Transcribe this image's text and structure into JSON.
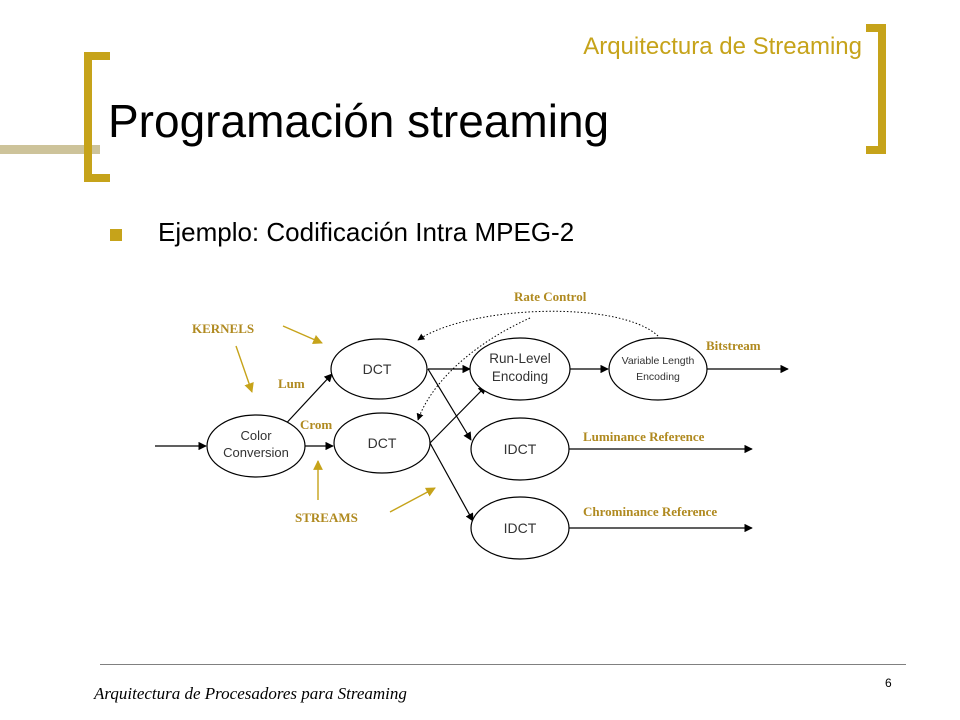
{
  "header": {
    "section": "Arquitectura de Streaming",
    "title": "Programación streaming"
  },
  "bullet": {
    "text": "Ejemplo: Codificación Intra MPEG-2"
  },
  "diagram": {
    "nodes": {
      "color_conversion": [
        "Color",
        "Conversion"
      ],
      "dct_lum": "DCT",
      "dct_crom": "DCT",
      "run_level": [
        "Run-Level",
        "Encoding"
      ],
      "variable_length": [
        "Variable Length",
        "Encoding"
      ],
      "idct_lum": "IDCT",
      "idct_crom": "IDCT"
    },
    "labels": {
      "kernels": "KERNELS",
      "streams": "STREAMS",
      "lum": "Lum",
      "crom": "Crom",
      "rate_control": "Rate Control",
      "bitstream": "Bitstream",
      "luminance_reference": "Luminance Reference",
      "chrominance_reference": "Chrominance Reference"
    },
    "colors": {
      "accent": "#c6a31a",
      "label": "#b08a20",
      "stroke": "#000000"
    }
  },
  "footer": {
    "text": "Arquitectura de Procesadores para Streaming",
    "page": "6"
  }
}
